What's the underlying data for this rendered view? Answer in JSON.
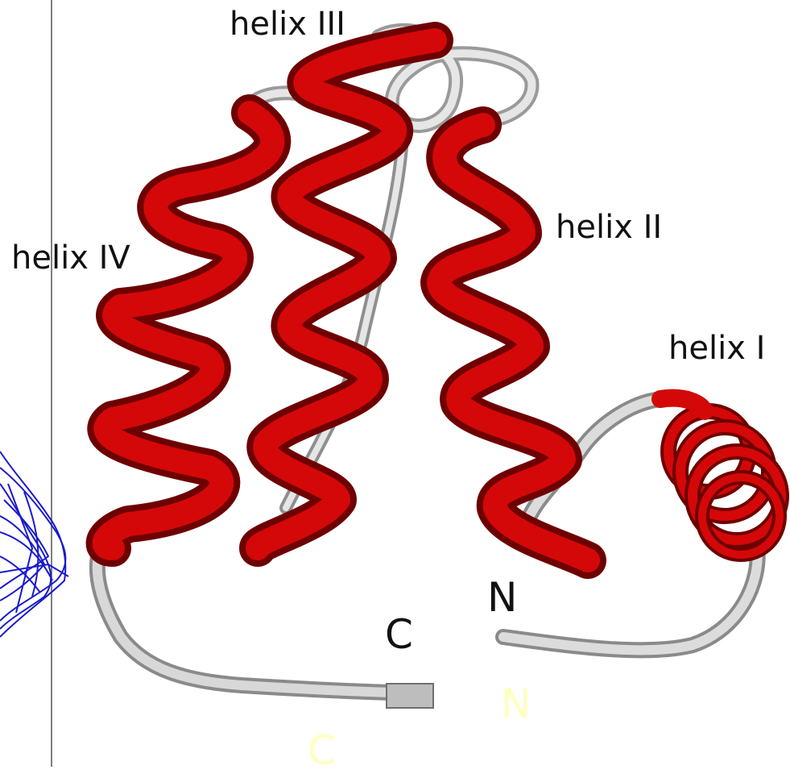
{
  "labels": {
    "helix_iii": "helix III",
    "helix_iv": "helix IV",
    "helix_ii": "helix II",
    "helix_i": "helix I",
    "c_terminus": "C",
    "n_terminus": "N",
    "faint_n": "N",
    "faint_c": "C"
  },
  "colors": {
    "helix": "#cc0000",
    "helix_dark": "#7a0000",
    "coil": "#c8c8c8",
    "coil_dark": "#8a8a8a",
    "overlay_structure": "#1a1acc",
    "faint_label": "#ffffc0",
    "divider": "#555555"
  }
}
